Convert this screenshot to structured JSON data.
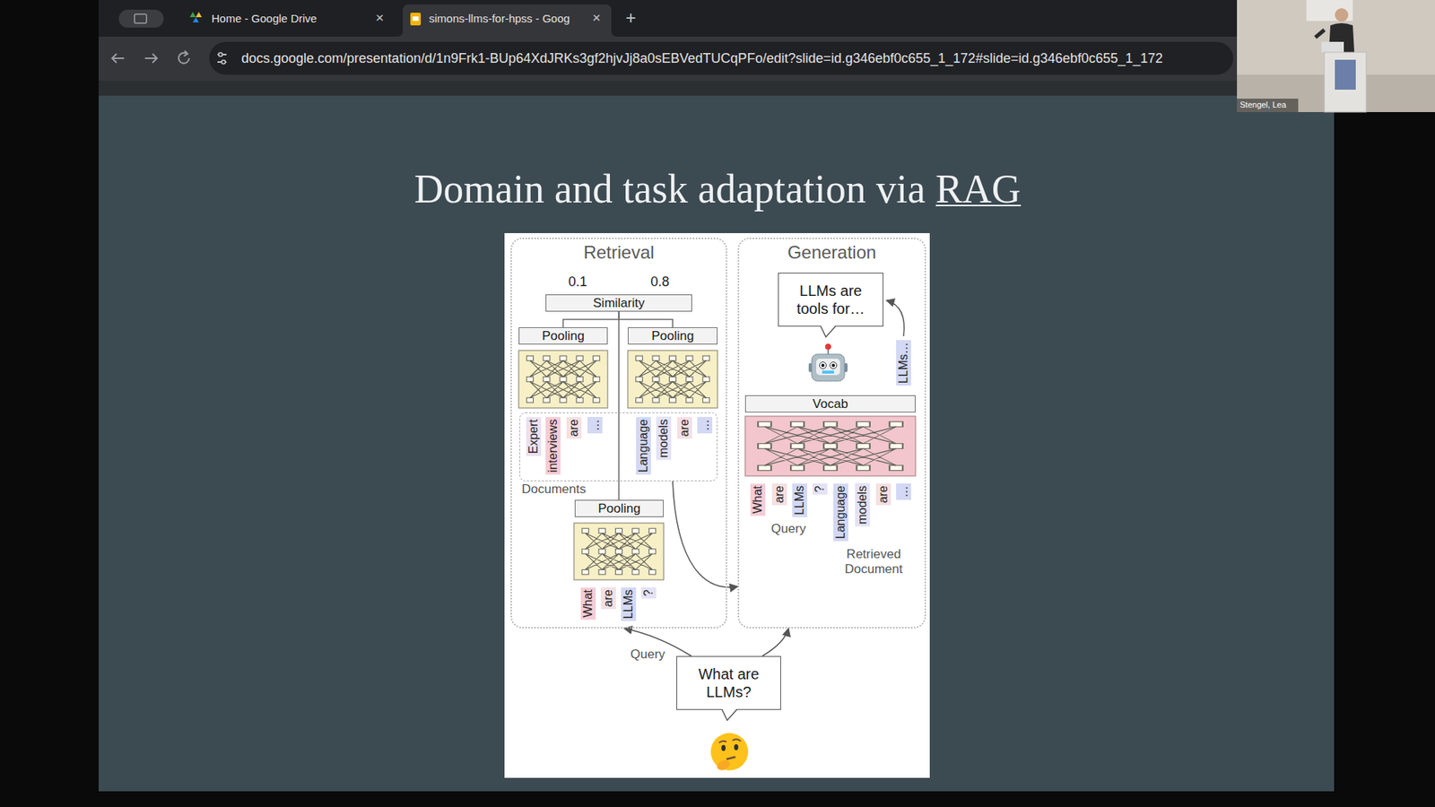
{
  "diagram": {
    "title": "Domain and task adaptation via RAG",
    "nodes": [
      {
        "text": [
          "Retrieval"
        ]
      },
      {
        "text": [
          "Similarity"
        ],
        "in": 0
      },
      {
        "text": [
          "Pooling"
        ],
        "in": 0
      },
      {
        "text": [
          "Pooling"
        ],
        "in": 0
      },
      {
        "text": [
          "Documents"
        ],
        "in": 0
      },
      {
        "text": [
          "Pooling"
        ],
        "in": 0
      },
      {
        "text": [
          "Generation"
        ]
      },
      {
        "text": [
          "LLMs are tools for…"
        ],
        "in": 6
      },
      {
        "text": [
          "Vocab"
        ],
        "in": 6
      },
      {
        "text": [
          "What are LLMs?"
        ]
      }
    ],
    "edges": [
      {
        "from": 1,
        "to": 2,
        "arrow": "none"
      },
      {
        "from": 1,
        "to": 3,
        "arrow": "none"
      },
      {
        "from": 1,
        "to": 5,
        "arrow": "none"
      },
      {
        "from": 9,
        "to": 0,
        "label": "Query",
        "arrow": "to"
      },
      {
        "from": 9,
        "to": 6,
        "arrow": "to"
      },
      {
        "from": 4,
        "to": 6,
        "arrow": "to"
      }
    ],
    "labels": [
      "Home - Google Drive",
      "×",
      "simons-llms-for-hpss - Goog",
      "×",
      "+",
      "docs.google.com/presentation/d/1n9Frk1-BUp64XdJRKs3gf2hjvJj8a0sEBVedTUCqPFo/edit?slide=id.g346ebf0c655_1_172#slide=id.g346ebf0c655_1_172",
      "Stengel, Lea",
      "0.1",
      "0.8",
      "Expert",
      "interviews",
      "are",
      "…",
      "Language",
      "models",
      "are",
      "…",
      "What",
      "are",
      "LLMs",
      "?",
      "LLMs…",
      "What",
      "are",
      "LLMs",
      "?",
      "Language",
      "models",
      "are",
      "…",
      "Query",
      "Retrieved Document"
    ]
  }
}
